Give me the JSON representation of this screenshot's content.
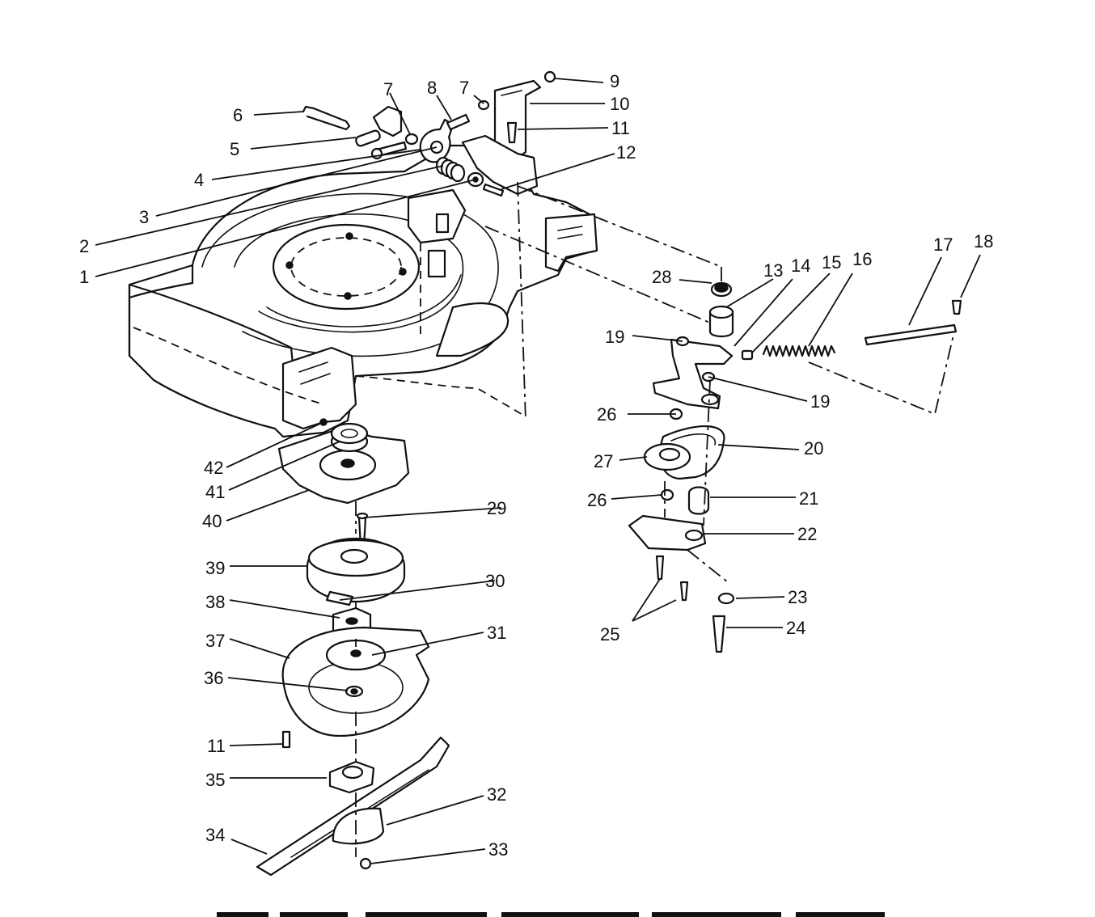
{
  "callouts": [
    {
      "id": "c1",
      "text": "1"
    },
    {
      "id": "c2",
      "text": "2"
    },
    {
      "id": "c3",
      "text": "3"
    },
    {
      "id": "c4",
      "text": "4"
    },
    {
      "id": "c5",
      "text": "5"
    },
    {
      "id": "c6",
      "text": "6"
    },
    {
      "id": "c7a",
      "text": "7"
    },
    {
      "id": "c7b",
      "text": "7"
    },
    {
      "id": "c8",
      "text": "8"
    },
    {
      "id": "c9",
      "text": "9"
    },
    {
      "id": "c10",
      "text": "10"
    },
    {
      "id": "c11a",
      "text": "11"
    },
    {
      "id": "c11b",
      "text": "11"
    },
    {
      "id": "c12",
      "text": "12"
    },
    {
      "id": "c13",
      "text": "13"
    },
    {
      "id": "c14",
      "text": "14"
    },
    {
      "id": "c15",
      "text": "15"
    },
    {
      "id": "c16",
      "text": "16"
    },
    {
      "id": "c17",
      "text": "17"
    },
    {
      "id": "c18",
      "text": "18"
    },
    {
      "id": "c19a",
      "text": "19"
    },
    {
      "id": "c19b",
      "text": "19"
    },
    {
      "id": "c20",
      "text": "20"
    },
    {
      "id": "c21",
      "text": "21"
    },
    {
      "id": "c22",
      "text": "22"
    },
    {
      "id": "c23",
      "text": "23"
    },
    {
      "id": "c24",
      "text": "24"
    },
    {
      "id": "c25",
      "text": "25"
    },
    {
      "id": "c26a",
      "text": "26"
    },
    {
      "id": "c26b",
      "text": "26"
    },
    {
      "id": "c27",
      "text": "27"
    },
    {
      "id": "c28",
      "text": "28"
    },
    {
      "id": "c29",
      "text": "29"
    },
    {
      "id": "c30",
      "text": "30"
    },
    {
      "id": "c31",
      "text": "31"
    },
    {
      "id": "c32",
      "text": "32"
    },
    {
      "id": "c33",
      "text": "33"
    },
    {
      "id": "c34",
      "text": "34"
    },
    {
      "id": "c35",
      "text": "35"
    },
    {
      "id": "c36",
      "text": "36"
    },
    {
      "id": "c37",
      "text": "37"
    },
    {
      "id": "c38",
      "text": "38"
    },
    {
      "id": "c39",
      "text": "39"
    },
    {
      "id": "c40",
      "text": "40"
    },
    {
      "id": "c41",
      "text": "41"
    },
    {
      "id": "c42",
      "text": "42"
    }
  ]
}
